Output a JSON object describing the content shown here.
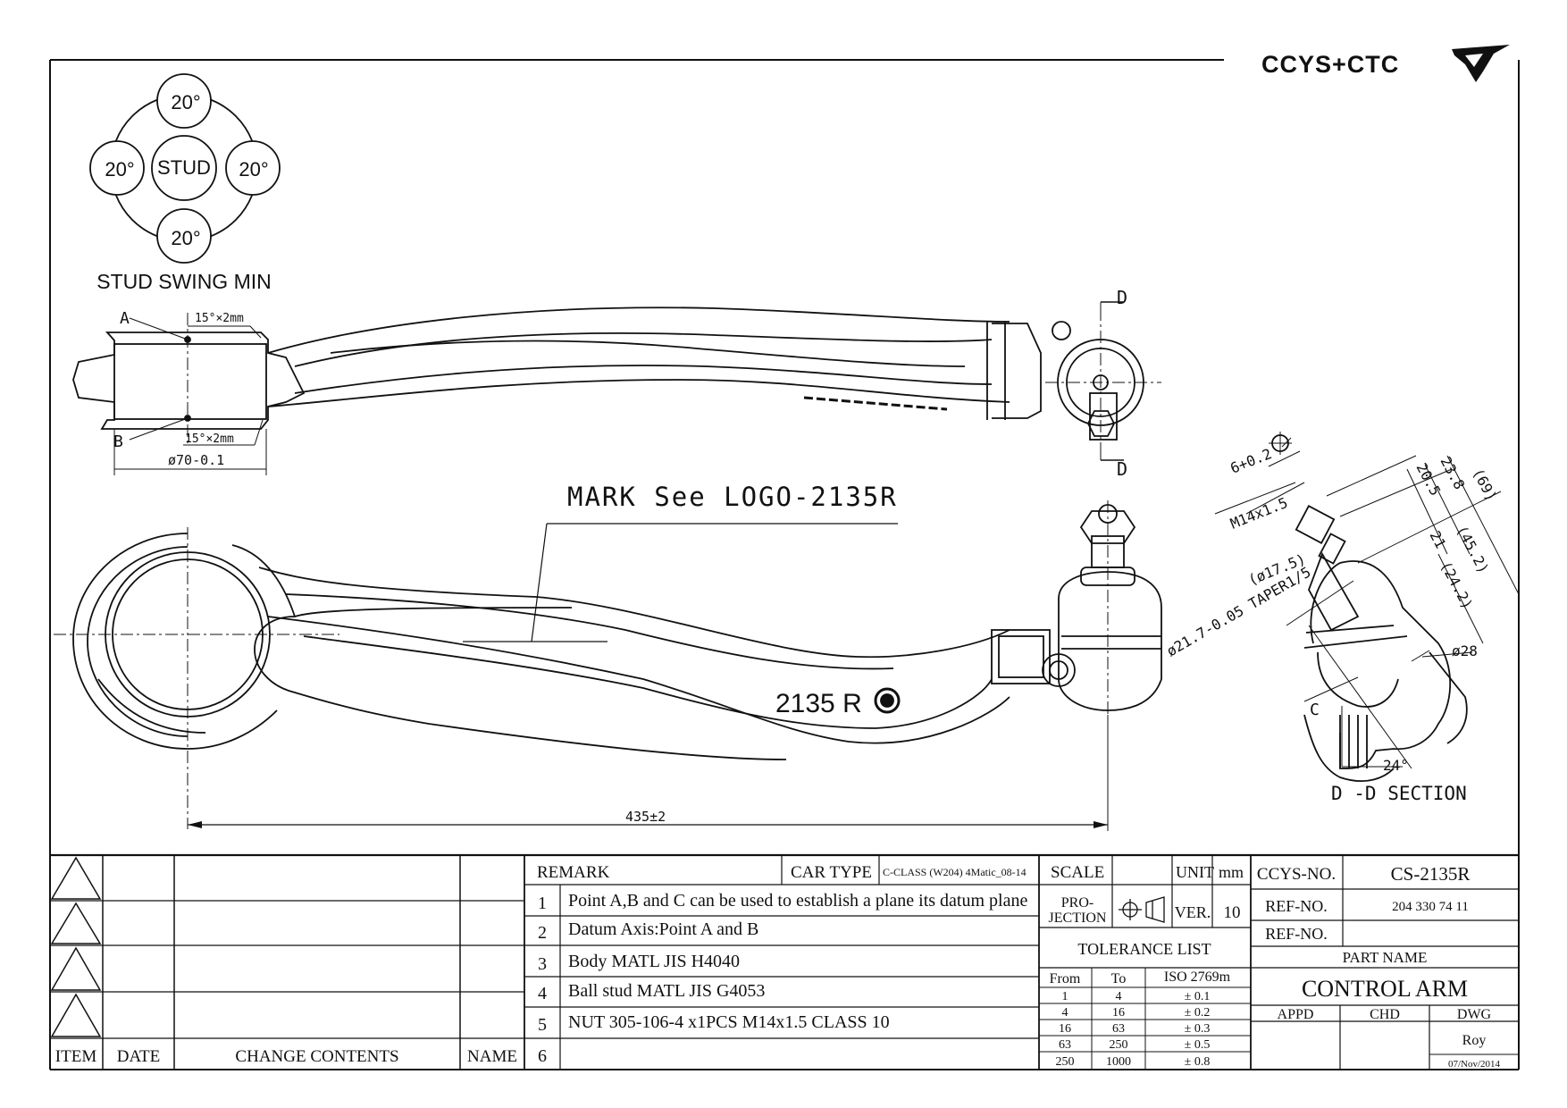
{
  "brand": {
    "logo_text": "CCYS+CTC"
  },
  "stud_swing": {
    "title": "STUD SWING MIN",
    "center": "STUD",
    "top": "20°",
    "left": "20°",
    "right": "20°",
    "bottom": "20°"
  },
  "top_view": {
    "point_a": "A",
    "point_b": "B",
    "chamfer_top": "15°×2mm",
    "chamfer_bottom": "15°×2mm",
    "bore_dim": "ø70-0.1",
    "section_mark_top": "D",
    "section_mark_bottom": "D"
  },
  "main_view": {
    "mark_note": "MARK See LOGO-2135R",
    "part_mark": "2135 R",
    "length_dim": "435±2"
  },
  "section_view": {
    "title": "D -D SECTION",
    "thread": "M14x1.5",
    "hex": "6+0.2",
    "dim_23_8": "23.8",
    "dim_20_5": "20.5",
    "dim_21": "21",
    "dim_69": "(69)",
    "dim_45_2": "(45.2)",
    "dim_24_2": "(24.2)",
    "dia_17_5": "(ø17.5)",
    "taper": "ø21.7-0.05 TAPER1/5",
    "dia_28": "ø28",
    "point_c": "C",
    "angle": "24°"
  },
  "title_block": {
    "revision_headers": {
      "item": "ITEM",
      "date": "DATE",
      "change": "CHANGE CONTENTS",
      "name": "NAME"
    },
    "remark_label": "REMARK",
    "car_type_label": "CAR TYPE",
    "car_type": "C-CLASS (W204) 4Matic_08-14",
    "remarks": [
      {
        "num": "1",
        "text": "Point A,B and C can be used to establish a plane its datum plane"
      },
      {
        "num": "2",
        "text": "Datum Axis:Point A and B"
      },
      {
        "num": "3",
        "text": "Body MATL JIS H4040"
      },
      {
        "num": "4",
        "text": "Ball stud MATL JIS G4053"
      },
      {
        "num": "5",
        "text": "NUT 305-106-4 x1PCS M14x1.5 CLASS 10"
      },
      {
        "num": "6",
        "text": ""
      }
    ],
    "scale_label": "SCALE",
    "unit_label": "UNIT",
    "unit": "mm",
    "projection_label_1": "PRO-",
    "projection_label_2": "JECTION",
    "ver_label": "VER.",
    "ver": "10",
    "tolerance_title": "TOLERANCE LIST",
    "tol_headers": {
      "from": "From",
      "to": "To",
      "iso": "ISO 2769m"
    },
    "tolerances": [
      {
        "from": "1",
        "to": "4",
        "tol": "± 0.1"
      },
      {
        "from": "4",
        "to": "16",
        "tol": "± 0.2"
      },
      {
        "from": "16",
        "to": "63",
        "tol": "± 0.3"
      },
      {
        "from": "63",
        "to": "250",
        "tol": "± 0.5"
      },
      {
        "from": "250",
        "to": "1000",
        "tol": "± 0.8"
      }
    ],
    "ccys_no_label": "CCYS-NO.",
    "ccys_no": "CS-2135R",
    "ref_no_label": "REF-NO.",
    "ref_no": "204 330 74 11",
    "ref_no_label_2": "REF-NO.",
    "ref_no_2": "",
    "part_name_label": "PART NAME",
    "part_name": "CONTROL ARM",
    "appd_label": "APPD",
    "chd_label": "CHD",
    "dwg_label": "DWG",
    "drawn_by": "Roy",
    "date": "07/Nov/2014"
  }
}
